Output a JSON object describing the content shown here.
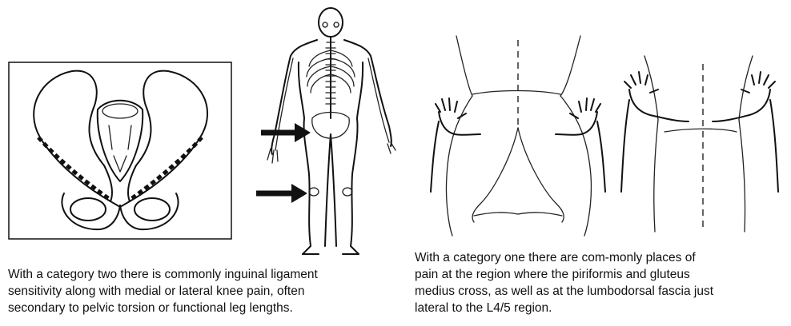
{
  "figures": {
    "pelvis": {
      "illustration": "pelvis-diagram"
    },
    "skeleton": {
      "illustration": "skeleton-with-arrows",
      "arrow_color": "#111111"
    },
    "back_views": {
      "illustration": "lower-back-palpation"
    }
  },
  "captions": {
    "left": {
      "line1": "With a category two there is commonly inguinal ligament",
      "line2": "sensitivity along with medial or lateral knee pain, often",
      "line3": "secondary to pelvic torsion or functional leg lengths."
    },
    "right": {
      "line1": "With a category one there are com-monly places of",
      "line2": "pain at the region where the piriformis and gluteus",
      "line3": "medius cross, as well as at the lumbodorsal fascia just",
      "line4": "lateral to the L4/5 region."
    }
  }
}
